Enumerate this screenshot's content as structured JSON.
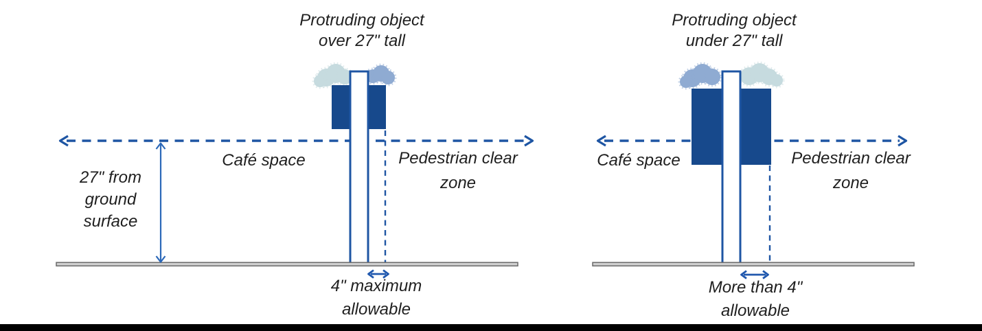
{
  "figure": {
    "type": "regulation-diagram",
    "subject": "Protruding objects in café space next to pedestrian clear zone"
  },
  "colors": {
    "planter_navy": "#17498c",
    "line_blue": "#1e55a3",
    "arrow_blue": "#2b68b8",
    "foliage_pale": "#c6dbdf",
    "foliage_slate": "#8fabd2",
    "ground_gray": "#cfcfcf",
    "ground_edge": "#6a6a6a",
    "text": "#1f1f1f",
    "bottom_bar": "#000000"
  },
  "diagrams": [
    {
      "id": "over-27",
      "title_line1": "Protruding object",
      "title_line2": "over 27\" tall",
      "height_label_lines": [
        "27\" from",
        "ground",
        "surface"
      ],
      "cafe_label": "Café space",
      "pedestrian_label_line1": "Pedestrian clear",
      "pedestrian_label_line2": "zone",
      "bottom_label_line1": "4\" maximum",
      "bottom_label_line2": "allowable"
    },
    {
      "id": "under-27",
      "title_line1": "Protruding object",
      "title_line2": "under 27\" tall",
      "cafe_label": "Café space",
      "pedestrian_label_line1": "Pedestrian clear",
      "pedestrian_label_line2": "zone",
      "bottom_label_line1": "More than 4\"",
      "bottom_label_line2": "allowable"
    }
  ]
}
